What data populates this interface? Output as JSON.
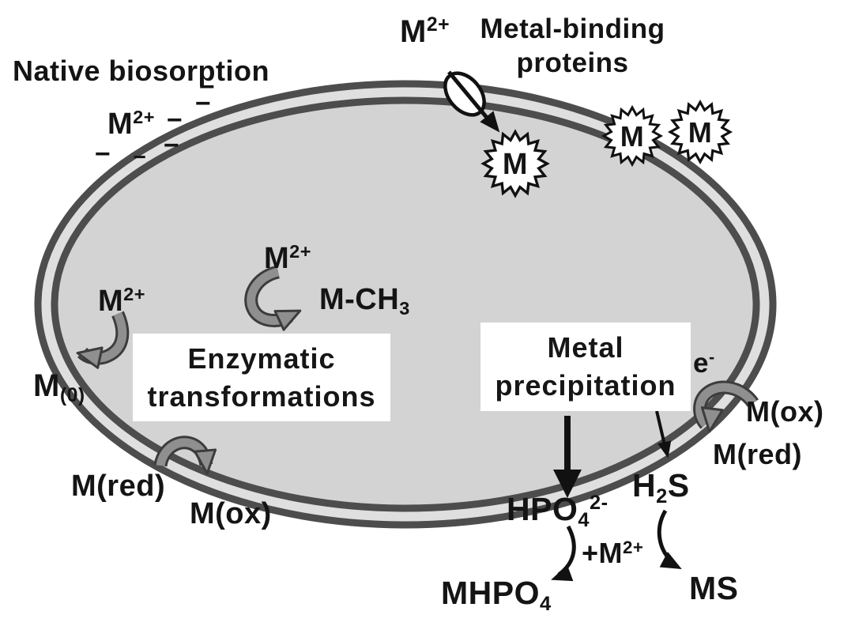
{
  "regions": {
    "native_biosorption": {
      "title": "Native biosorption"
    },
    "metal_binding": {
      "line1": "Metal-binding",
      "line2": "proteins"
    },
    "enzymatic": {
      "line1": "Enzymatic",
      "line2": "transformations"
    },
    "precipitation": {
      "line1": "Metal",
      "line2": "precipitation"
    }
  },
  "species": {
    "m2plus": {
      "base": "M",
      "sup": "2+"
    },
    "bound_metal": "M",
    "minus": "−",
    "m_zero": {
      "base": "M",
      "sub": "(0)"
    },
    "m_ch3": {
      "base": "M-CH",
      "sub": "3"
    },
    "m_red": "M(red)",
    "m_ox": "M(ox)",
    "electron": {
      "base": "e",
      "sup": "-"
    },
    "hpo4": {
      "base": "HPO",
      "sub": "4",
      "sup": "2-"
    },
    "h2s": {
      "h": "H",
      "sub": "2",
      "s": "S"
    },
    "plus_m2": {
      "base": "+M",
      "sup": "2+"
    },
    "mhpo4": {
      "base": "MHPO",
      "sub": "4"
    },
    "ms": "MS"
  },
  "colors": {
    "background": "#ffffff",
    "cell_fill": "#d3d3d3",
    "membrane": "#4d4d4d",
    "membrane_gap": "#dfdfdf",
    "gray_arrow_fill": "#8f8f8f",
    "gray_arrow_outline": "#3c3c3c",
    "black_arrow": "#111111",
    "text": "#141414",
    "label_box": "#ffffff"
  }
}
